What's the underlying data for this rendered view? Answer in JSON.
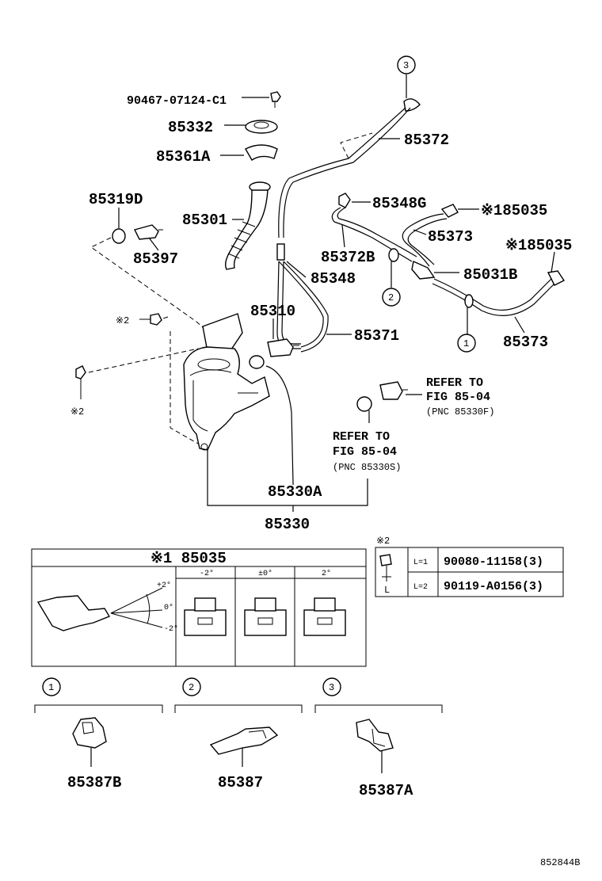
{
  "parts": {
    "p90467": "90467-07124-C1",
    "p85332": "85332",
    "p85361A": "85361A",
    "p85319D": "85319D",
    "p85301": "85301",
    "p85397": "85397",
    "p85372": "85372",
    "p85348G": "85348G",
    "p85035a": "※185035",
    "p85373a": "85373",
    "p85035b": "※185035",
    "p85372B": "85372B",
    "p85031B": "85031B",
    "p85348": "85348",
    "p85310": "85310",
    "p85371": "85371",
    "p85373b": "85373",
    "mark2a": "※2",
    "mark2b": "※2",
    "refer1": [
      "REFER TO",
      "FIG 85-04",
      "(PNC 85330F)"
    ],
    "refer2": [
      "REFER TO",
      "FIG 85-04",
      "(PNC 85330S)"
    ],
    "p85330A": "85330A",
    "p85330": "85330"
  },
  "callouts": {
    "c1": "1",
    "c2": "2",
    "c3": "3"
  },
  "angle_box": {
    "title": "※1 85035",
    "col_minus": "-2°",
    "col_zero": "±0°",
    "col_plus": "2°",
    "ang_plus": "+2°",
    "ang_zero": "0°",
    "ang_minus": "-2°"
  },
  "bolt_table": {
    "mark": "※2",
    "axis": "L",
    "rows": [
      {
        "len": "L=1",
        "part": "90080-11158(3)"
      },
      {
        "len": "L=2",
        "part": "90119-A0156(3)"
      }
    ]
  },
  "clips": [
    {
      "num": "1",
      "part": "85387B"
    },
    {
      "num": "2",
      "part": "85387"
    },
    {
      "num": "3",
      "part": "85387A"
    }
  ],
  "figure_id": "852844B"
}
